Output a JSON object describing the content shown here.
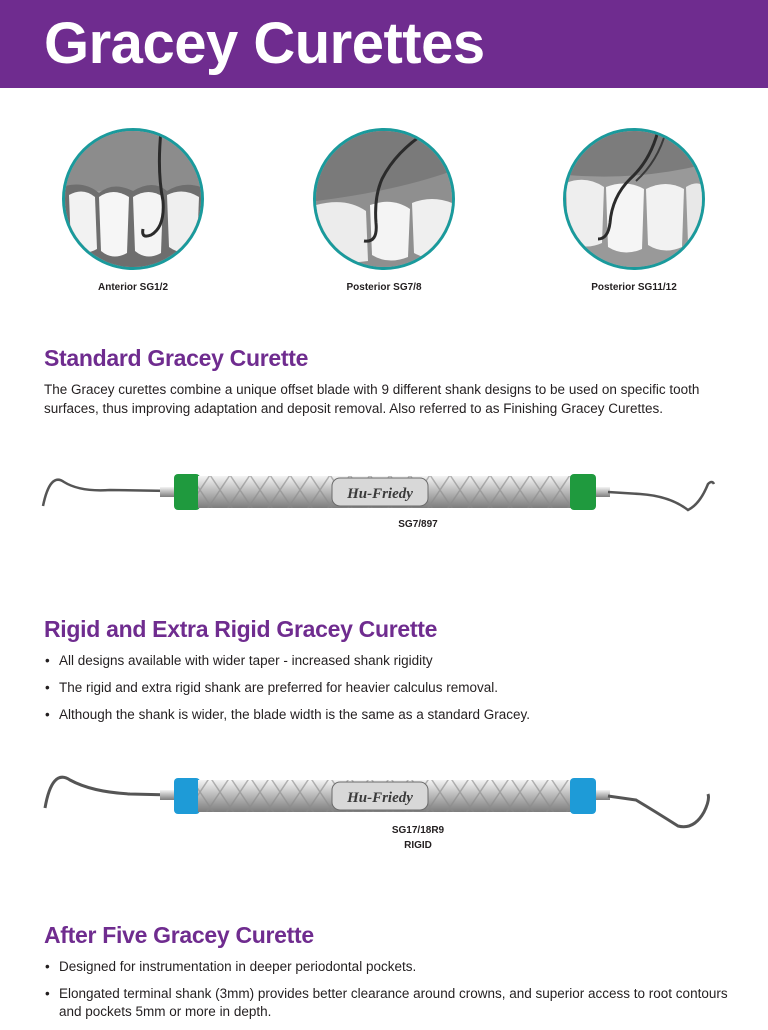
{
  "page": {
    "title": "Gracey Curettes",
    "brand_color": "#6f2c8f",
    "ring_color": "#1a9a9c"
  },
  "figures": [
    {
      "caption": "Anterior SG1/2"
    },
    {
      "caption": "Posterior SG7/8"
    },
    {
      "caption": "Posterior SG11/12"
    }
  ],
  "standard": {
    "heading": "Standard Gracey Curette",
    "body": "The Gracey curettes combine a unique offset blade with 9 different shank designs to be used on specific tooth surfaces, thus improving adaptation and deposit removal. Also referred to as Finishing Gracey Curettes.",
    "instrument": {
      "brand_logo": "Hu-Friedy",
      "color_band": "#1f9a3e",
      "caption": "SG7/897"
    }
  },
  "rigid": {
    "heading": "Rigid and Extra Rigid Gracey Curette",
    "bullets": [
      "All designs available with wider taper - increased shank rigidity",
      "The rigid and extra rigid shank are preferred for heavier calculus removal.",
      "Although the shank is wider, the blade width is the same as a standard Gracey."
    ],
    "instrument": {
      "brand_logo": "Hu-Friedy",
      "color_band": "#1e9bd7",
      "caption": "SG17/18R9",
      "subcaption": "RIGID"
    }
  },
  "after_five": {
    "heading": "After Five Gracey Curette",
    "bullets": [
      "Designed for instrumentation in deeper periodontal pockets.",
      "Elongated terminal shank (3mm) provides better clearance around crowns, and superior access to root contours and pockets 5mm or more in depth."
    ]
  }
}
